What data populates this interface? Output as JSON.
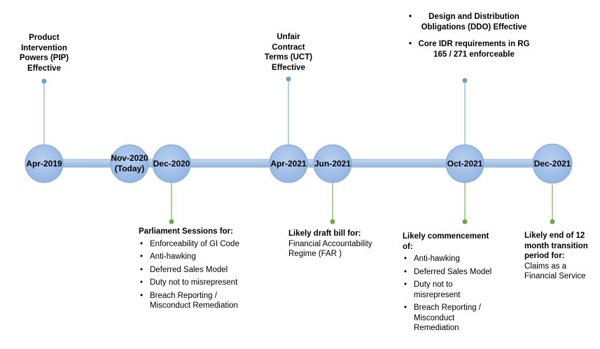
{
  "colors": {
    "bar_fill": "#a9c4e6",
    "bar_stroke": "#8fb0da",
    "milestone_fill": "#9dbde6",
    "milestone_stroke": "#6f99d0",
    "stem_above": "#9cc2e0",
    "dot_above": "#6c9fd0",
    "stem_below": "#8fc27a",
    "dot_below": "#6aa84f"
  },
  "milestones": [
    {
      "id": "apr-2019",
      "label": "Apr-2019"
    },
    {
      "id": "nov-2020",
      "label_line1": "Nov-2020",
      "label_line2": "(Today)"
    },
    {
      "id": "dec-2020",
      "label": "Dec-2020"
    },
    {
      "id": "apr-2021",
      "label": "Apr-2021"
    },
    {
      "id": "jun-2021",
      "label": "Jun-2021"
    },
    {
      "id": "oct-2021",
      "label": "Oct-2021"
    },
    {
      "id": "dec-2021",
      "label": "Dec-2021"
    }
  ],
  "notes": {
    "pip": [
      "Product",
      "Intervention",
      "Powers (PIP)",
      "Effective"
    ],
    "uct": [
      "Unfair",
      "Contract",
      "Terms (UCT)",
      "Effective"
    ],
    "ddo": {
      "bullets": [
        "Design and Distribution Obligations (DDO) Effective",
        "Core IDR requirements in RG 165 / 271 enforceable"
      ]
    },
    "parliament": {
      "heading": "Parliament Sessions for:",
      "bullets": [
        "Enforceability of GI Code",
        "Anti-hawking",
        "Deferred Sales Model",
        "Duty not to misrepresent",
        "Breach Reporting / Misconduct Remediation"
      ]
    },
    "far": {
      "heading": "Likely draft bill for:",
      "lines": [
        "Financial Accountability",
        "Regime (FAR )"
      ]
    },
    "commencement": {
      "heading": "Likely commencement of:",
      "bullets": [
        "Anti-hawking",
        "Deferred Sales Model",
        "Duty not to misrepresent",
        "Breach Reporting / Misconduct Remediation"
      ]
    },
    "transition": {
      "heading_lines": [
        "Likely end of 12",
        "month transition",
        "period for:"
      ],
      "lines": [
        "Claims as a",
        "Financial Service"
      ]
    }
  }
}
